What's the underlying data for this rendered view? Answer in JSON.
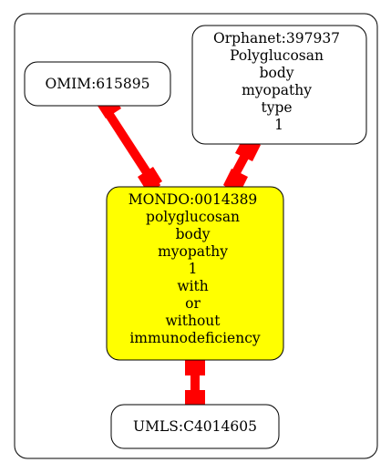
{
  "colors": {
    "background": "#ffffff",
    "cluster_border": "#000000",
    "node_fill_default": "#ffffff",
    "node_fill_highlight": "#ffff00",
    "edge": "#ff0000"
  },
  "nodes": {
    "omim": {
      "lines": [
        "OMIM:615895"
      ]
    },
    "orphanet": {
      "lines": [
        "Orphanet:397937",
        "Polyglucosan",
        "body",
        "myopathy",
        "type",
        "1"
      ]
    },
    "mondo": {
      "lines": [
        "MONDO:0014389",
        "polyglucosan",
        "body",
        "myopathy",
        "1",
        "with",
        "or",
        "without",
        "immunodeficiency"
      ]
    },
    "umls": {
      "lines": [
        "UMLS:C4014605"
      ]
    }
  }
}
